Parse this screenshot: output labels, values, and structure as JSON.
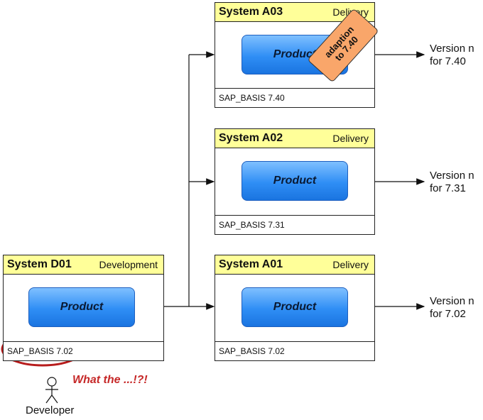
{
  "systems": {
    "a03": {
      "name": "System A03",
      "role": "Delivery",
      "basis": "SAP_BASIS 7.40",
      "product": "Product",
      "version_line1": "Version n",
      "version_line2": "for 7.40"
    },
    "a02": {
      "name": "System A02",
      "role": "Delivery",
      "basis": "SAP_BASIS 7.31",
      "product": "Product",
      "version_line1": "Version n",
      "version_line2": "for 7.31"
    },
    "a01": {
      "name": "System A01",
      "role": "Delivery",
      "basis": "SAP_BASIS 7.02",
      "product": "Product",
      "version_line1": "Version n",
      "version_line2": "for 7.02"
    },
    "d01": {
      "name": "System D01",
      "role": "Development",
      "basis": "SAP_BASIS 7.02",
      "product": "Product"
    }
  },
  "adaption_tag": {
    "line1": "adaption",
    "line2": "to 7.40"
  },
  "developer": {
    "label": "Developer",
    "exclamation": "What the ...!?!"
  },
  "colors": {
    "header": "#ffff99",
    "product": "#2f8ef5",
    "tag": "#f9a66a",
    "highlight": "#c62828"
  }
}
